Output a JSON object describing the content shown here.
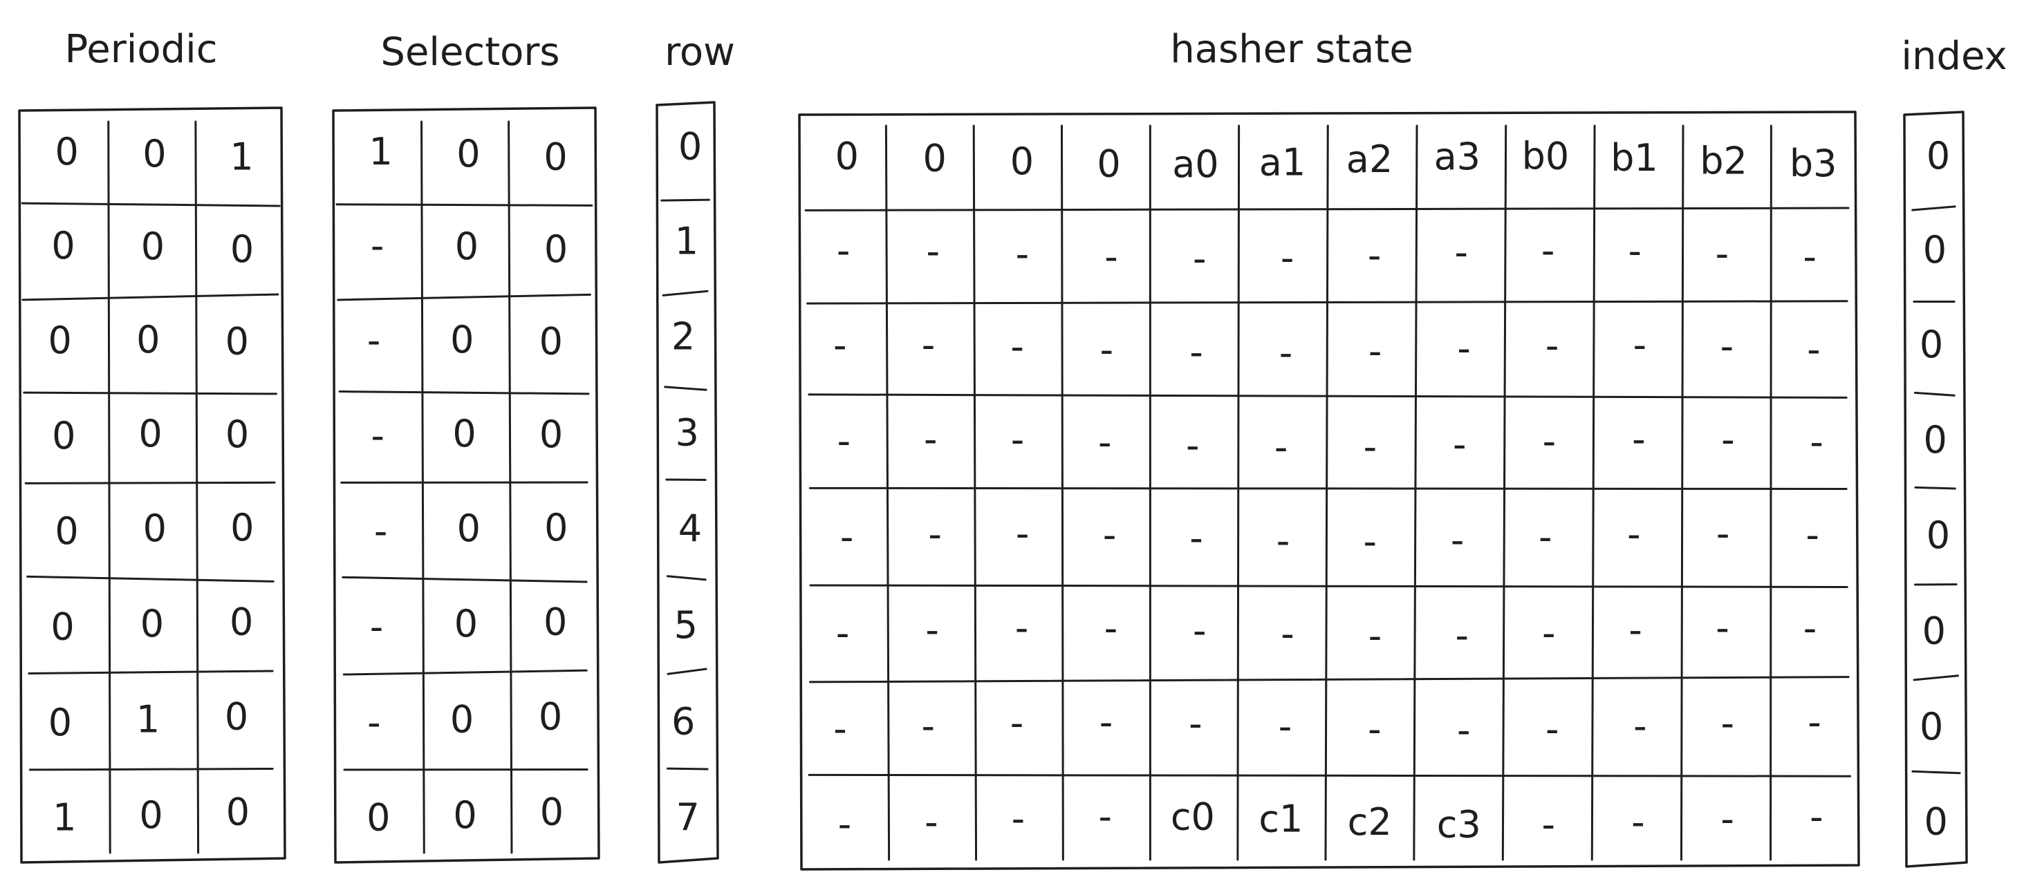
{
  "diagram": {
    "tables": [
      {
        "id": "periodic",
        "title": "Periodic",
        "rows": [
          [
            "0",
            "0",
            "1"
          ],
          [
            "0",
            "0",
            "0"
          ],
          [
            "0",
            "0",
            "0"
          ],
          [
            "0",
            "0",
            "0"
          ],
          [
            "0",
            "0",
            "0"
          ],
          [
            "0",
            "0",
            "0"
          ],
          [
            "0",
            "1",
            "0"
          ],
          [
            "1",
            "0",
            "0"
          ]
        ]
      },
      {
        "id": "selectors",
        "title": "Selectors",
        "rows": [
          [
            "1",
            "0",
            "0"
          ],
          [
            "-",
            "0",
            "0"
          ],
          [
            "-",
            "0",
            "0"
          ],
          [
            "-",
            "0",
            "0"
          ],
          [
            "-",
            "0",
            "0"
          ],
          [
            "-",
            "0",
            "0"
          ],
          [
            "-",
            "0",
            "0"
          ],
          [
            "0",
            "0",
            "0"
          ]
        ]
      },
      {
        "id": "row",
        "title": "row",
        "rows": [
          [
            "0"
          ],
          [
            "1"
          ],
          [
            "2"
          ],
          [
            "3"
          ],
          [
            "4"
          ],
          [
            "5"
          ],
          [
            "6"
          ],
          [
            "7"
          ]
        ]
      },
      {
        "id": "hasher-state",
        "title": "hasher state",
        "rows": [
          [
            "0",
            "0",
            "0",
            "0",
            "a0",
            "a1",
            "a2",
            "a3",
            "b0",
            "b1",
            "b2",
            "b3"
          ],
          [
            "-",
            "-",
            "-",
            "-",
            "-",
            "-",
            "-",
            "-",
            "-",
            "-",
            "-",
            "-"
          ],
          [
            "-",
            "-",
            "-",
            "-",
            "-",
            "-",
            "-",
            "-",
            "-",
            "-",
            "-",
            "-"
          ],
          [
            "-",
            "-",
            "-",
            "-",
            "-",
            "-",
            "-",
            "-",
            "-",
            "-",
            "-",
            "-"
          ],
          [
            "-",
            "-",
            "-",
            "-",
            "-",
            "-",
            "-",
            "-",
            "-",
            "-",
            "-",
            "-"
          ],
          [
            "-",
            "-",
            "-",
            "-",
            "-",
            "-",
            "-",
            "-",
            "-",
            "-",
            "-",
            "-"
          ],
          [
            "-",
            "-",
            "-",
            "-",
            "-",
            "-",
            "-",
            "-",
            "-",
            "-",
            "-",
            "-"
          ],
          [
            "-",
            "-",
            "-",
            "-",
            "c0",
            "c1",
            "c2",
            "c3",
            "-",
            "-",
            "-",
            "-"
          ]
        ]
      },
      {
        "id": "index",
        "title": "index",
        "rows": [
          [
            "0"
          ],
          [
            "0"
          ],
          [
            "0"
          ],
          [
            "0"
          ],
          [
            "0"
          ],
          [
            "0"
          ],
          [
            "0"
          ],
          [
            "0"
          ]
        ]
      }
    ]
  }
}
